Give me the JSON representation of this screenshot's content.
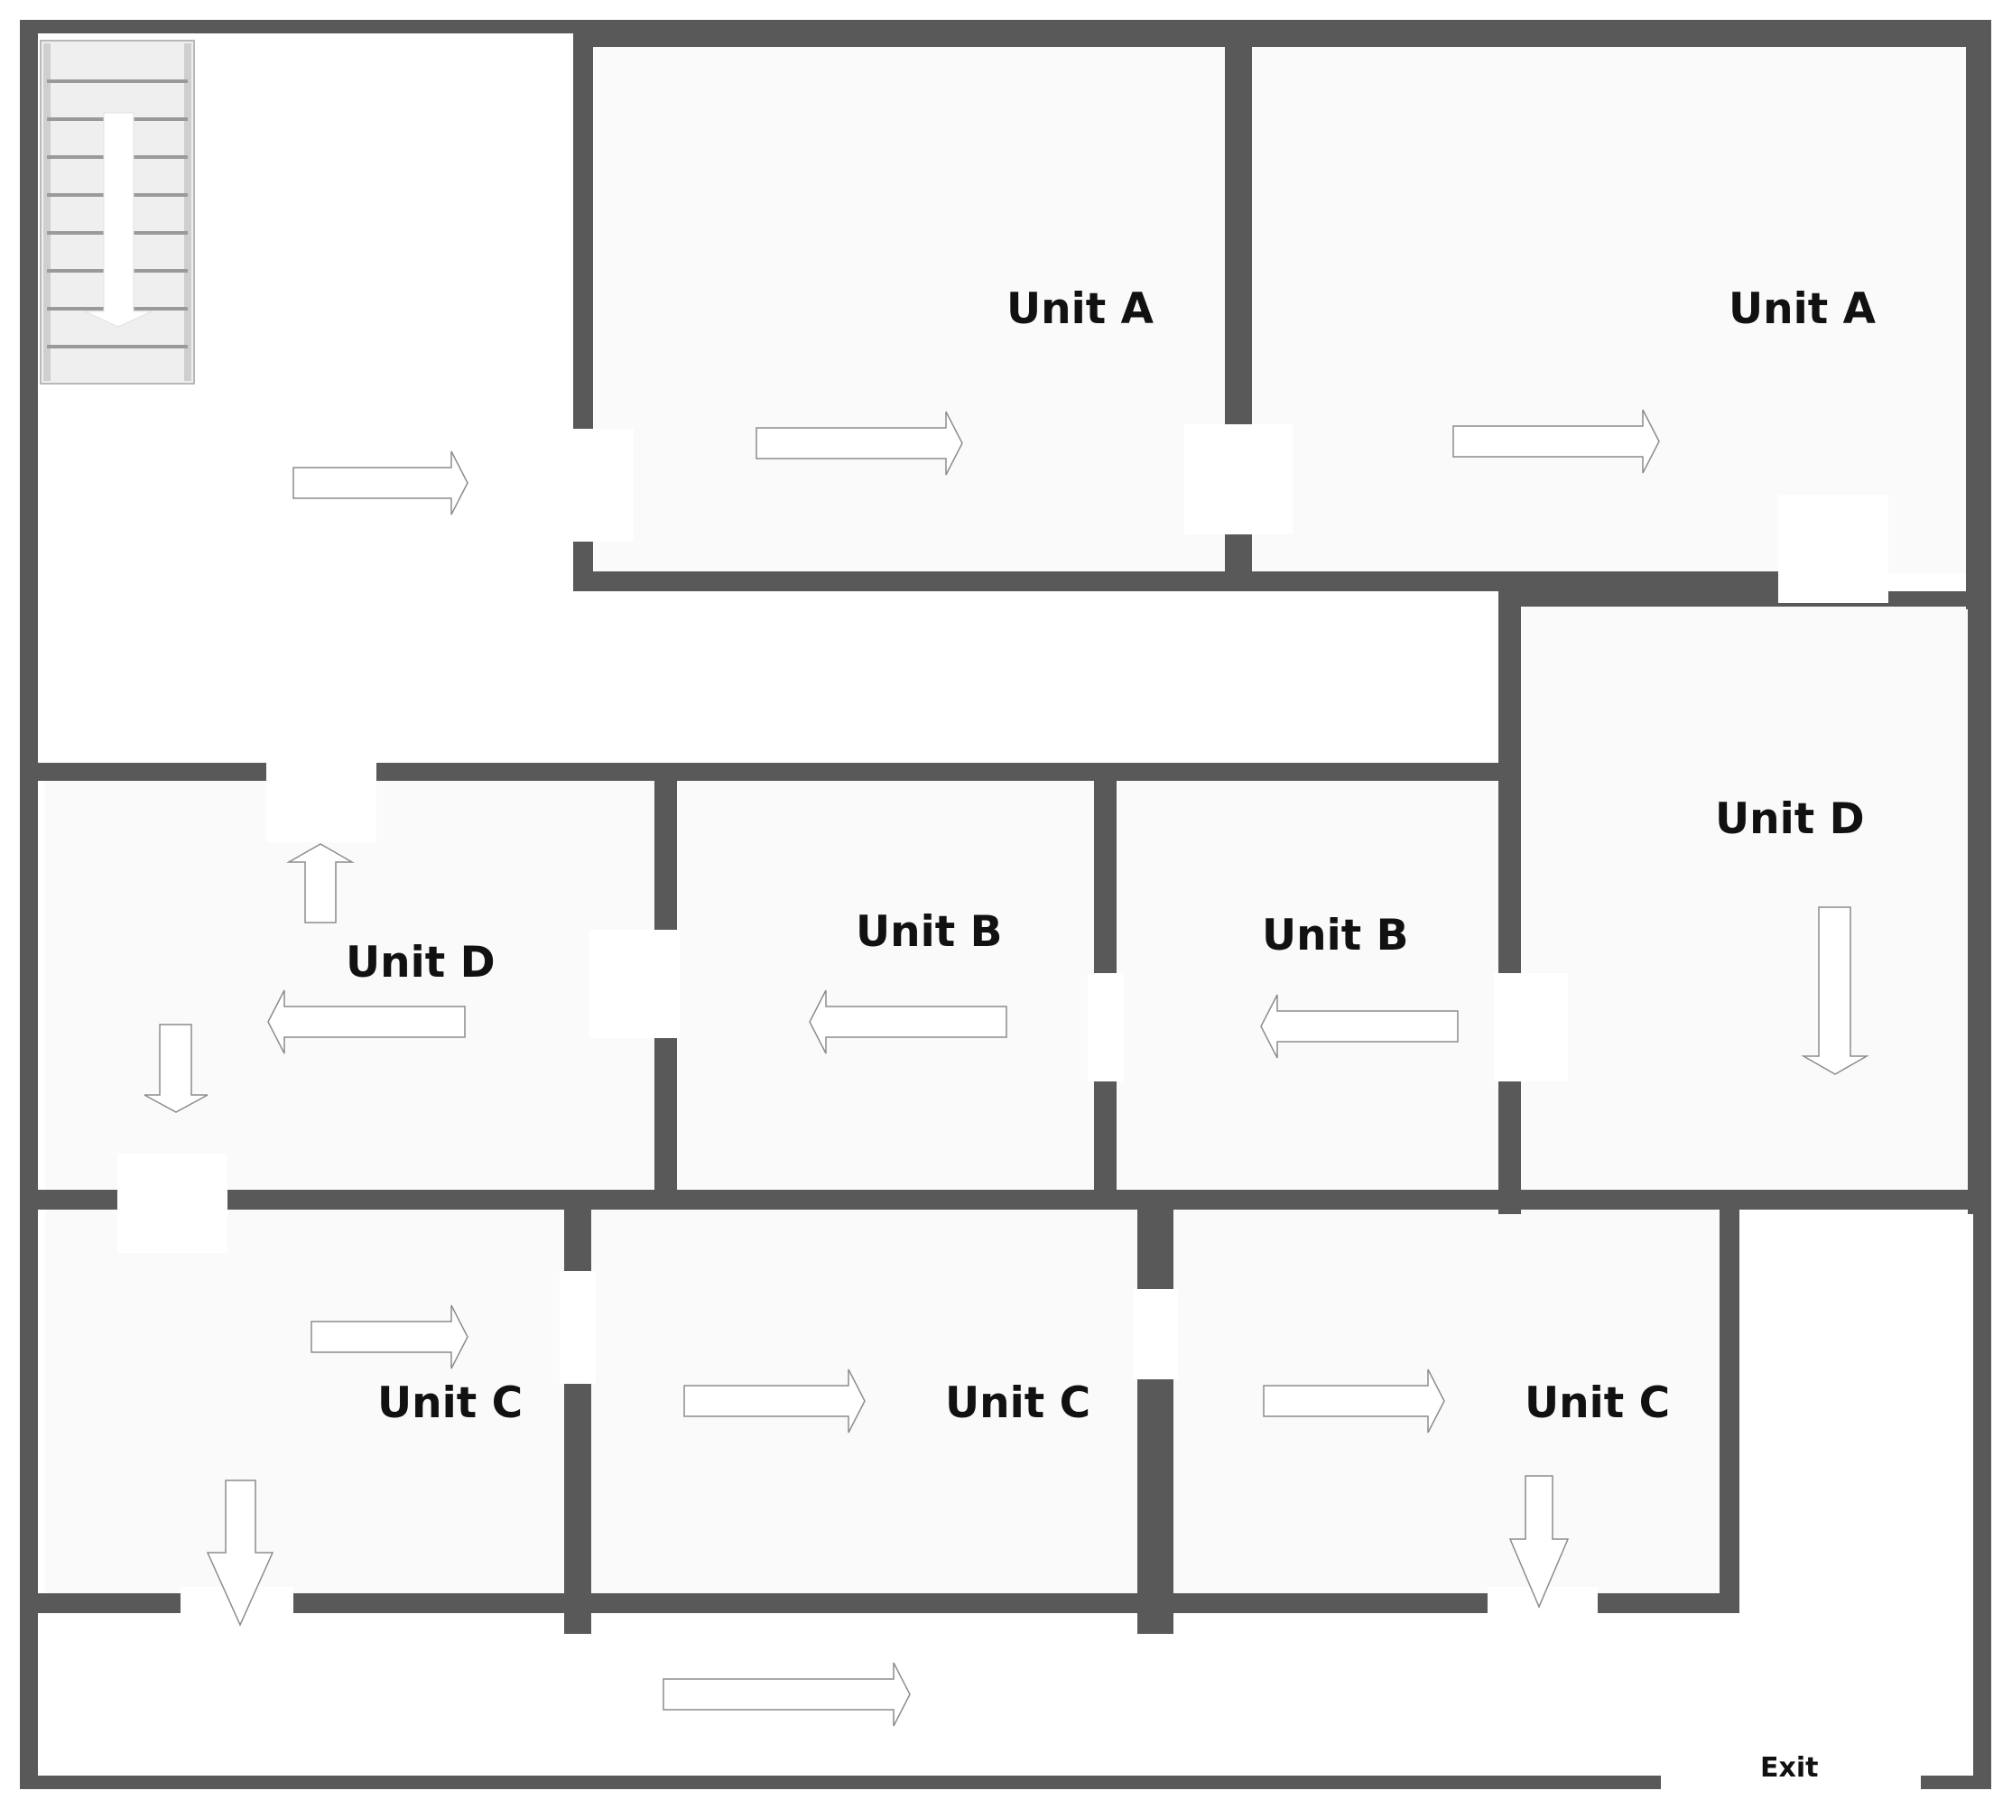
{
  "floor_plan": {
    "labels": {
      "unit_a_1": "Unit A",
      "unit_a_2": "Unit A",
      "unit_d_left": "Unit D",
      "unit_b_1": "Unit B",
      "unit_b_2": "Unit B",
      "unit_d_right": "Unit D",
      "unit_c_1": "Unit C",
      "unit_c_2": "Unit C",
      "unit_c_3": "Unit C",
      "exit": "Exit"
    },
    "icons": [
      "staircase-icon",
      "evacuation-arrow-icon"
    ],
    "colors": {
      "wall": "#595959",
      "room_fill": "#fafafa",
      "arrow_fill": "#ffffff",
      "arrow_outline": "#8c8c8c"
    }
  }
}
